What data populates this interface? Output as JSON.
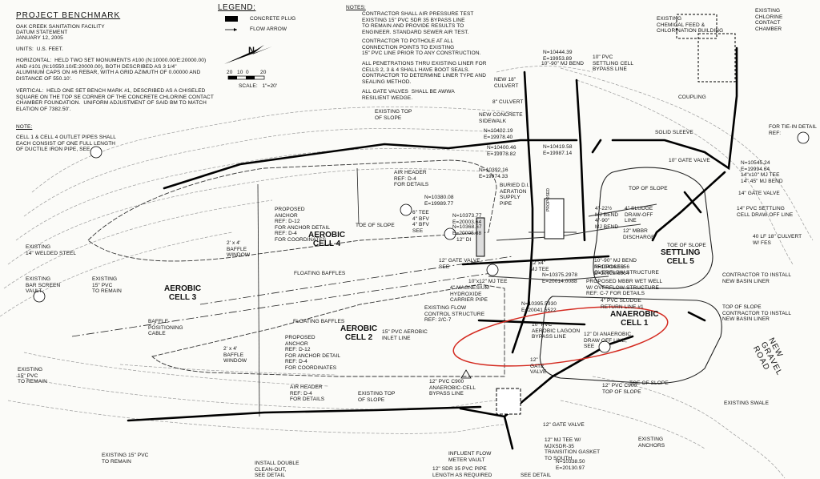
{
  "header": {
    "title": "PROJECT BENCHMARK",
    "facility": "OAK CREEK SANITATION FACILITY",
    "datum": "DATUM STATEMENT",
    "date": "JANUARY 12, 2005",
    "units": "UNITS:  U.S. FEET.",
    "horizontal": "HORIZONTAL:  HELD TWO SET MONUMENTS #100 (N:10000.00/E:20000.00)\nAND #101 (N:10550.10/E:20000.00), BOTH DESCRIBED AS 3 1/4\"\nALUMINUM CAPS ON #6 REBAR, WITH A GRID AZIMUTH OF 0.00000 AND\nDISTANCE OF 550.10'.",
    "vertical": "VERTICAL:  HELD ONE SET BENCH MARK #1, DESCRIBED AS A CHISELED\nSQUARE ON THE TOP SE CORNER OF THE CONCRETE CHLORINE CONTACT\nCHAMBER FOUNDATION.  UNIFORM ADJUSTMENT OF SAID BM TO MATCH\nELATION OF 7382.50'.",
    "note_heading": "NOTE:",
    "note": "CELL 1 & CELL 4 OUTLET PIPES SHALL\nEACH CONSIST OF ONE FULL LENGTH\nOF DUCTILE IRON PIPE, SEE"
  },
  "legend": {
    "title": "LEGEND:",
    "plug": "CONCRETE PLUG",
    "flow": "FLOW ARROW",
    "north": "N",
    "scale_ticks": [
      "20",
      "10",
      "0",
      "20"
    ],
    "scale_label": "SCALE:   1\"=20'"
  },
  "notes": {
    "heading": "NOTES:",
    "n1": "CONTRACTOR SHALL AIR PRESSURE TEST\nEXISTING 15\" PVC SDR 35 BYPASS LINE\nTO REMAIN AND PROVIDE RESULTS TO\nENGINEER. STANDARD SEWER AIR TEST.",
    "n2": "CONTRACTOR TO POTHOLE AT ALL\nCONNECTION POINTS TO EXISTING\n15\" PVC LINE PRIOR TO ANY CONSTRUCTION.",
    "n3": "ALL PENETRATIONS THRU EXISTING LINER FOR\nCELLS 2, 3 & 4 SHALL HAVE BOOT SEALS.\nCONTRACTOR TO DETERMINE LINER TYPE AND\nSEALING METHOD.",
    "n4": "ALL GATE VALVES  SHALL BE AWWA\nRESILIENT WEDGE."
  },
  "cells": {
    "c3": "AEROBIC\nCELL 3",
    "c4": "AEROBIC\nCELL 4",
    "c2": "AEROBIC\nCELL 2",
    "c1": "ANAEROBIC\nCELL 1",
    "c5": "SETTLING\nCELL 5"
  },
  "road": "NEW GRAVEL ROAD",
  "labels": {
    "welded": "EXISTING\n14\" WELDED STEEL",
    "barscreen": "EXISTING\nBAR SCREEN\nVAULT",
    "pvc15_top": "EXISTING\n15\" PVC\nTO REMAIN",
    "pvc15_left": "EXISTING\n15\" PVC\nTO REMAIN",
    "pvc15_bottom": "EXISTING 15\" PVC\nTO REMAIN",
    "baffle_cable": "BAFFLE\nPOSITIONING\nCABLE",
    "baffle_window1": "2' x 4'\nBAFFLE\nWINDOW",
    "baffle_window2": "2' x 4'\nBAFFLE\nWINDOW",
    "anchor1": "PROPOSED\nANCHOR\nREF: D-12\nFOR ANCHOR DETAIL\nREF: D-4\nFOR COORDINATES",
    "anchor2": "PROPOSED\nANCHOR\nREF: D-12\nFOR ANCHOR DETAIL\nREF: D-4\nFOR COORDINATES",
    "float1": "FLOATING BAFFLES",
    "float2": "FLOATING BAFFLES",
    "toe4": "TOE OF SLOPE",
    "top_slope_n": "EXISTING TOP\nOF SLOPE",
    "air_header1": "AIR HEADER\nREF: D-4\nFOR DETAILS",
    "air_header2": "AIR HEADER\nREF: D-4\nFOR DETAILS",
    "top_slope_s": "EXISTING TOP\nOF SLOPE",
    "cleanout": "INSTALL DOUBLE\nCLEAN-OUT,\nSEE DETAIL",
    "culvert18": "NEW 18\"\nCULVERT",
    "culvert8": "8\" CULVERT",
    "sidewalk": "NEW CONCRETE\nSIDEWALK",
    "c1": "N=10402.19\nE=19978.40",
    "c2": "N=10400.46\nE=19978.82",
    "c3": "N=10392.16\nE=19974.33",
    "c4": "N=10380.08\nE=19989.77",
    "c5": "N=10373.77\nE=20003.64",
    "c6": "N=10368.67\nE=20005.88",
    "c7": "N=10444.39\nE=19953.89",
    "c8": "N=10419.58\nE=19987.14",
    "c9": "N=10375.2978\nE=20014.0088",
    "c10": "N=10414.1656\nE=20028.6864",
    "c11": "N=10395.5930\nE=20041.5522",
    "c12": "N=10545.24\nE=19994.64",
    "c13": "N=10338.50\nE=20130.97",
    "bend10": "10\"-90\" MJ BEND",
    "settling_bypass": "10\" PVC\nSETTLING CELL\nBYPASS LINE",
    "aeration": "BURIED D.I.\nAERATION\nSUPPLY\nPIPE",
    "tee6": "6\" TEE\n4\" BFV\n4\" BFV\nSEE",
    "di12": "12\" DI",
    "gate12a": "12\" GATE VALVE,\nSEE",
    "mjtee": "12\"x4\"\nMJ TEE",
    "mjtee10": "10\"x12\" MJ TEE",
    "magnesium": "4\" MAGNESIUM\nHYDROXIDE\nCARRIER PIPE",
    "flow_struct": "EXISTING FLOW\nCONTROL STRUCTURE\nREF: 2/C-7",
    "aerobic_inlet": "15\" PVC AEROBIC\nINLET LINE",
    "lagoon_bypass": "10\" PVC\nAEROBIC LAGOON\nBYPASS LINE",
    "anaerobic_draw": "12\" DI ANAEROBIC\nDRAW OFF LINE,\nSEE",
    "gate12b": "12\"\nGATE\nVALVE",
    "pvc12_anaerobic": "12\" PVC C900\nANAEROBIC-CELL\nBYPASS LINE",
    "gate12c": "12\" GATE VALVE",
    "mjtee12": "12\" MJ TEE W/\nMJXSDR-35\nTRANSITION GASKET\nTO SOUTH",
    "influent": "INFLUENT FLOW\nMETER VAULT",
    "sdr35": "12\" SDR 35 PVC PIPE\nLENGTH AS REQUIRED",
    "see_detail": "SEE DETAIL",
    "pvc12_c900": "12\" PVC C900\nTOP OF SLOPE",
    "bend4": "4\"-22½\nMJ BEND\n4\"-90\"\nMJ BEND",
    "sludge_line": "4\" SLUDGE\nDRAW-OFF\nLINE",
    "mbbr": "12\" MBBR\nDISCHARGE",
    "mj90": "10\"-90\" MJ BEND\nPROPOSED\nOVERFLOW STRUCTURE",
    "wetwell": "PROPOSED MBBR WET WELL\nW/ OVERFLOW STRUCTURE\nREF: C-7 FOR DETAILS",
    "return_line": "4\" PVC SLUDGE\nRETURN LINE #1",
    "top_slope_c5": "TOP OF SLOPE",
    "toe_c5": "TOE OF SLOPE",
    "toe_c1": "TOE OF SLOPE",
    "chlorine_feed": "EXISTING\nCHEMICAL FEED &\nCHLORINATION BUILDING",
    "chlorine_contact": "EXISTING\nCHLORINE\nCONTACT\nCHAMBER",
    "coupling": "COUPLING",
    "solid_sleeve": "SOLID SLEEVE",
    "tiein": "FOR TIE-IN DETAIL\nREF:",
    "gate10": "10\" GATE VALVE",
    "bend1445": "14\"x10\" MJ TEE\n14\" 45\" MJ BEND",
    "gate14": "14\" GATE VALVE",
    "settling_draw": "14\" PVC SETTLING\nCELL DRAW OFF LINE",
    "culvert40": "40 LF 18\" CULVERT\nW/ FES",
    "liner1": "CONTRACTOR TO INSTALL\nNEW BASIN LINER",
    "liner2": "TOP OF SLOPE\nCONTRACTOR TO INSTALL\nNEW BASIN LINER",
    "swale": "EXISTING SWALE",
    "anchors": "EXISTING\nANCHORS",
    "proposed_box": "PROPOSED"
  },
  "colors": {
    "ink": "#111111",
    "faint": "#8a8a8a",
    "highlight": "#d42a20"
  }
}
